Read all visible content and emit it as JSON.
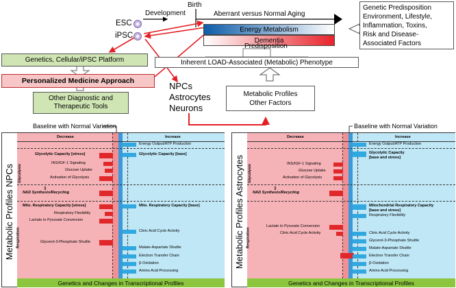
{
  "top": {
    "esc": "ESC",
    "ipsc": "iPSC",
    "development": "Development",
    "birth": "Birth",
    "aging": "Aberrant versus Normal Aging",
    "energy": "Energy Metabolism",
    "dementia": "Dementia",
    "predisposition": "Predisposition",
    "phenotype": "Inherent LOAD-Associated (Metabolic) Phenotype",
    "genetic_factors": [
      "Genetic Predisposition",
      "Environment, Lifestyle,",
      "Inflammation, Toxins,",
      "Risk and Disease-",
      "Associated Factors"
    ],
    "platform": "Genetics, Cellular/iPSC Platform",
    "personalized": "Personalized Medicine Approach",
    "other_tools": [
      "Other Diagnostic and",
      "Therapeutic Tools"
    ],
    "cells": [
      "NPCs",
      "Astrocytes",
      "Neurons"
    ],
    "metabolic_profiles": [
      "Metabolic Profiles",
      "Other Factors"
    ]
  },
  "panels": {
    "baseline": "Baseline with Normal Variation",
    "decrease": "Decrease",
    "increase": "Increase",
    "footer": "Genetics and Changes in Transcriptional Profiles",
    "glycolysis": "Glycolysis",
    "respiration": "Respiration",
    "nad": "NAD Synthesis/Recycling",
    "left": {
      "title": "Metabolic Profiles NPCs",
      "decrease_items": [
        "Glycolytic Capacity [stress]",
        "INS/IGF-1 Signaling",
        "Glucose Uptake",
        "Activation of Glycolysis",
        "Mito. Respiratory Capacity [stress]",
        "Respiratory Flexibility",
        "Lactate to Pyruvate Conversion",
        "Glycerol-3-Phosphate Shuttle"
      ],
      "increase_items": [
        "Energy Output/ATP Production",
        "Glycolytic Capacity [base]",
        "Mito. Respiratory Capacity [base]",
        "Citric Acid Cycle Activity",
        "Malate-Aspartate Shuttle",
        "Electron Transfer Chain",
        "β-Oxidation",
        "Amino Acid Processing"
      ]
    },
    "right": {
      "title": "Metabolic Profiles Astrocytes",
      "decrease_items": [
        "INS/IGF-1 Signaling",
        "Glucose Uptake",
        "Activation of Glycolysis",
        "Lactate to Pyruvate Conversion",
        "Citric Acid Cycle Activity"
      ],
      "increase_items": [
        "Energy Output/ATP Production",
        "Glycolytic Capacity",
        "[base and stress]",
        "Mitochondrial Respiratory Capacity",
        "[base and stress]",
        "Respiratory Flexibility",
        "Citric Acid Cycle Activity",
        "Glycerol-3-Phosphate Shuttle",
        "Malate-Aspartate Shuttle",
        "Electron Transfer Chain",
        "β-Oxidation",
        "Amino Acid Processing"
      ]
    }
  },
  "colors": {
    "decrease_bg": "#f6b3b7",
    "increase_bg": "#bfe7f6",
    "red_bar": "#e0282a",
    "blue_bar": "#32a8e0",
    "green_box": "#cfe6b4",
    "pink_box": "#f7c7c7",
    "footer_green": "#8cc63f",
    "arrow_red": "#e31e24"
  }
}
